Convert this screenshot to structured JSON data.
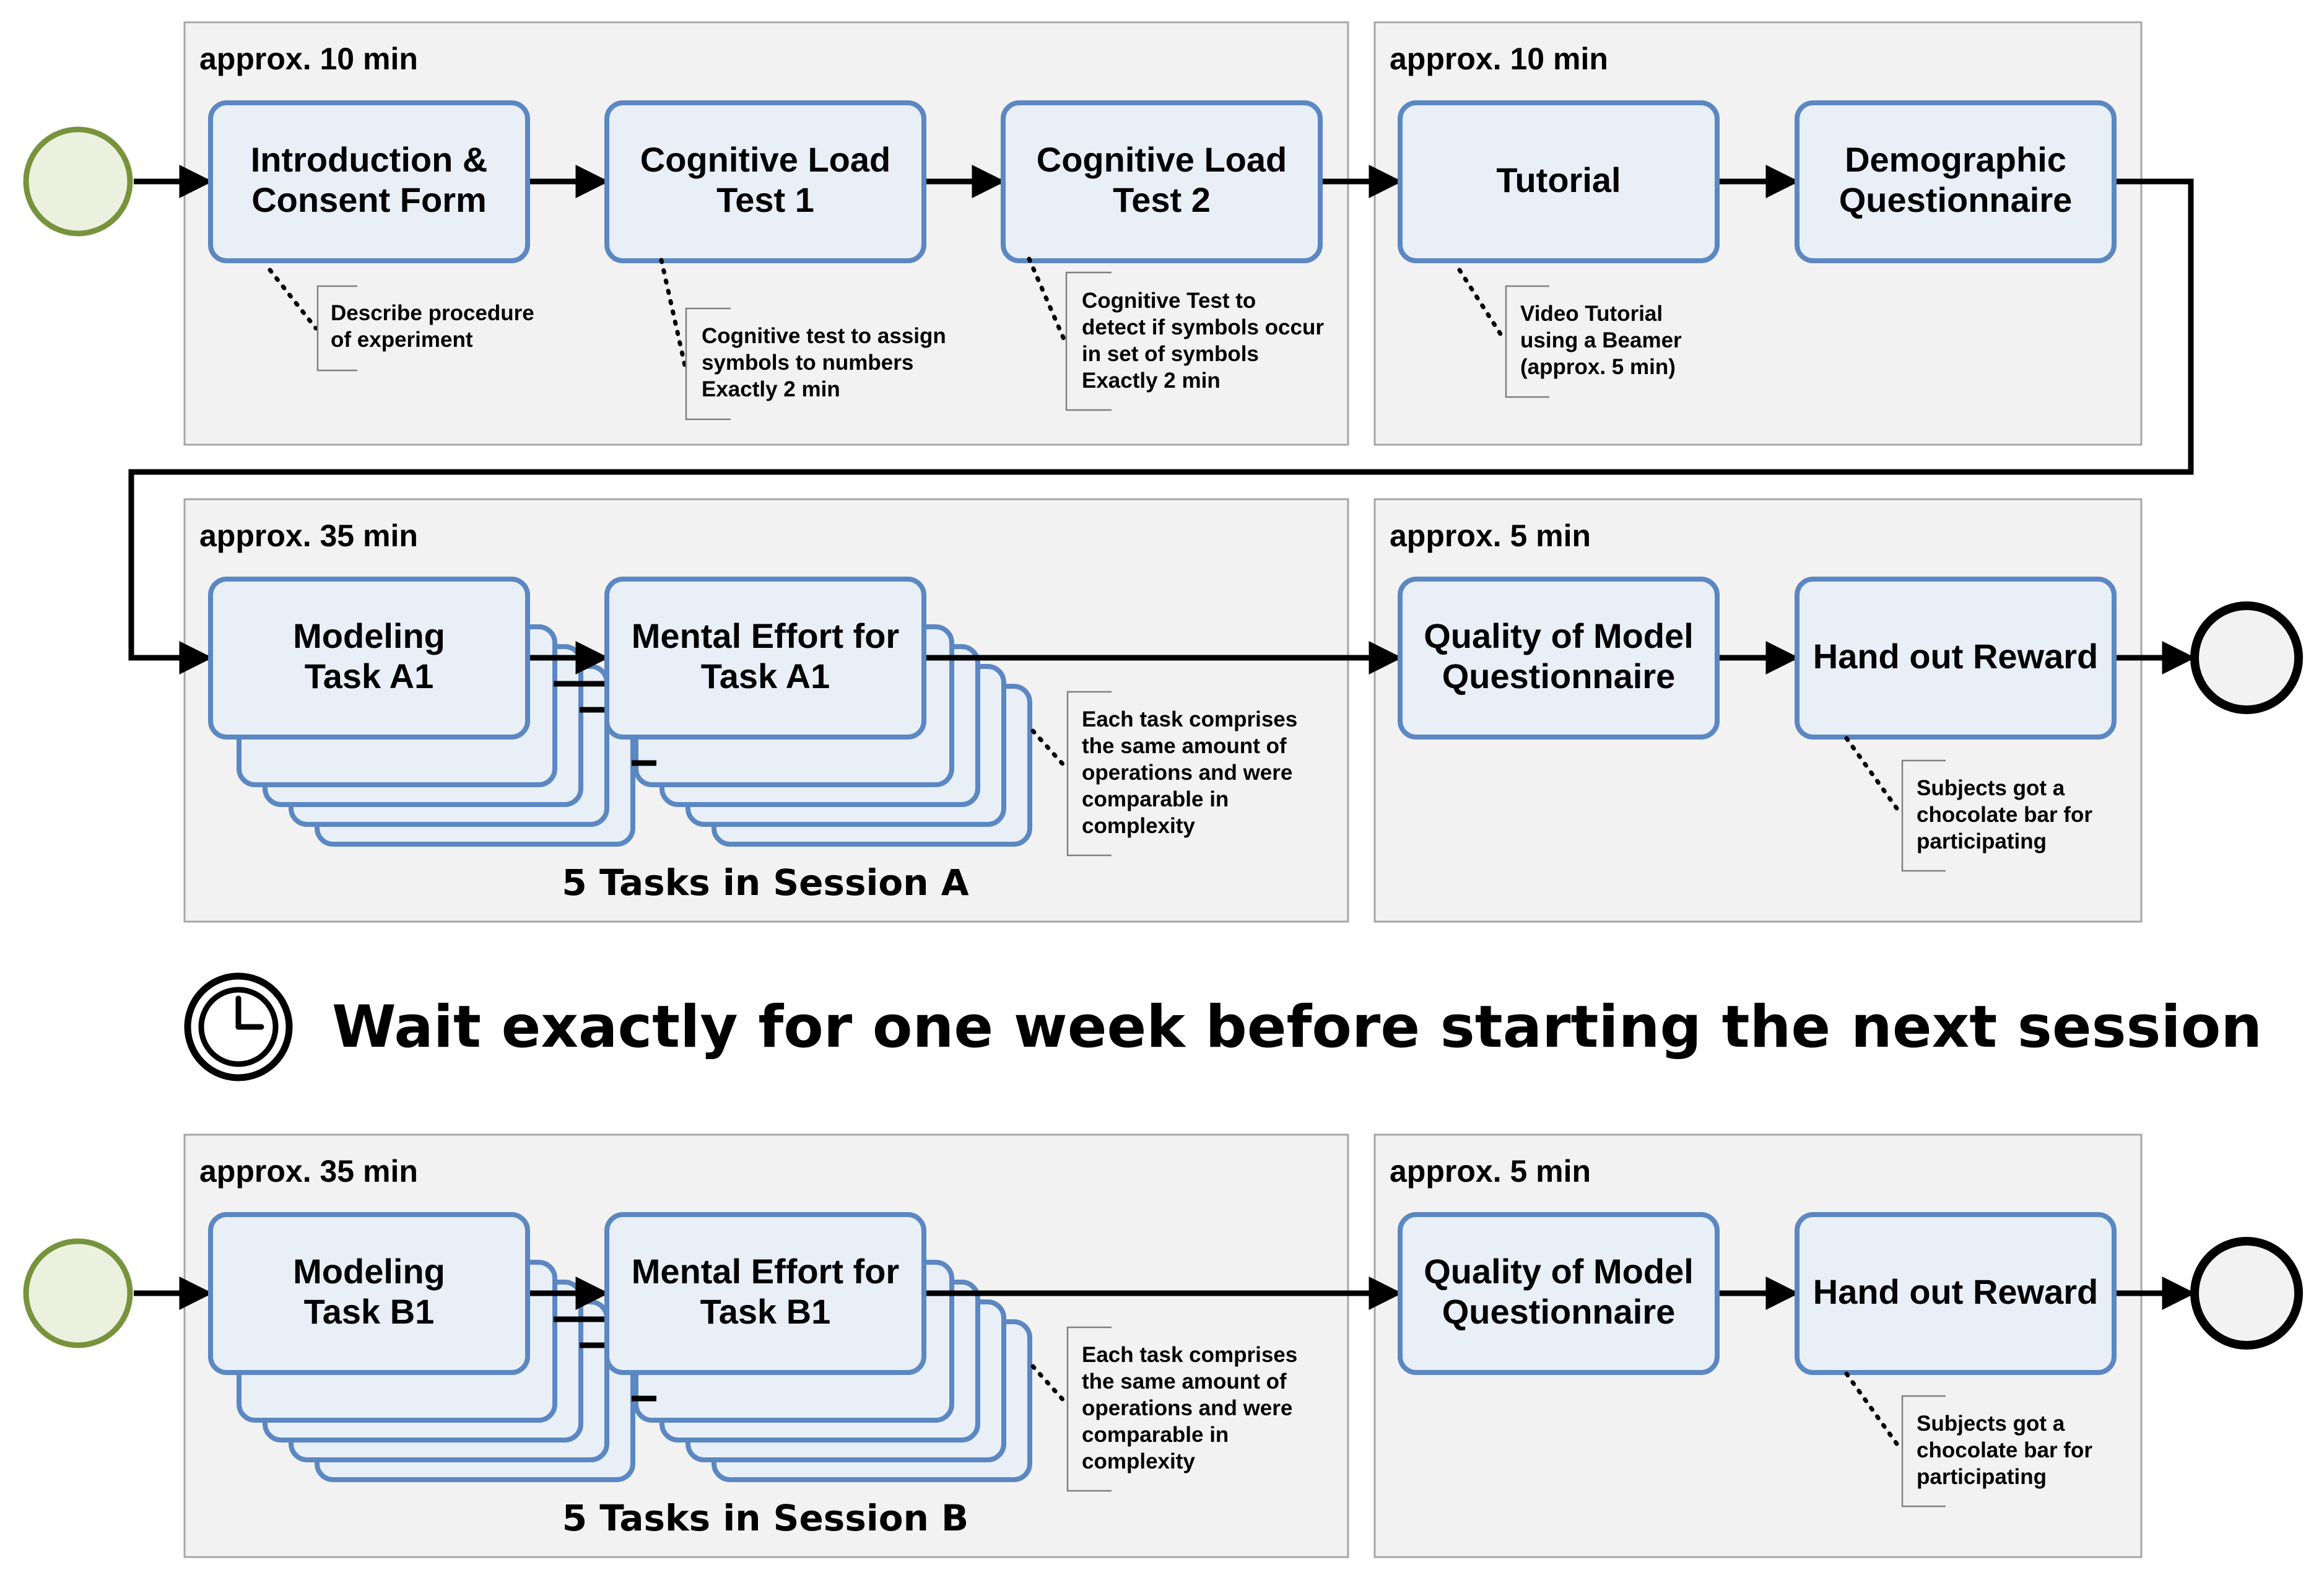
{
  "lanes": {
    "setup_1": "approx. 10 min",
    "setup_2": "approx. 10 min",
    "session_a_tasks": "approx. 35 min",
    "session_a_final": "approx. 5 min",
    "session_b_tasks": "approx. 35 min",
    "session_b_final": "approx. 5 min"
  },
  "tasks": {
    "intro": [
      "Introduction &",
      "Consent Form"
    ],
    "cog1": [
      "Cognitive Load",
      "Test 1"
    ],
    "cog2": [
      "Cognitive Load",
      "Test 2"
    ],
    "tutorial": [
      "Tutorial"
    ],
    "demographic": [
      "Demographic",
      "Questionnaire"
    ],
    "modeling_a": [
      "Modeling",
      "Task A1"
    ],
    "mental_a": [
      "Mental Effort for",
      "Task A1"
    ],
    "quality_a": [
      "Quality of Model",
      "Questionnaire"
    ],
    "reward_a": [
      "Hand out Reward"
    ],
    "modeling_b": [
      "Modeling",
      "Task B1"
    ],
    "mental_b": [
      "Mental Effort for",
      "Task B1"
    ],
    "quality_b": [
      "Quality of Model",
      "Questionnaire"
    ],
    "reward_b": [
      "Hand out Reward"
    ]
  },
  "annotations": {
    "intro": [
      "Describe procedure",
      "of experiment"
    ],
    "cog1": [
      "Cognitive test to assign",
      "symbols to numbers",
      "Exactly 2 min"
    ],
    "cog2": [
      "Cognitive Test to",
      "detect if symbols occur",
      "in set of symbols",
      "Exactly 2 min"
    ],
    "tutorial": [
      "Video Tutorial",
      "using a Beamer",
      "(approx. 5 min)"
    ],
    "tasks_a": [
      "Each task comprises",
      "the same amount of",
      "operations and were",
      "comparable in",
      "complexity"
    ],
    "reward_a": [
      "Subjects got a",
      "chocolate bar for",
      "participating"
    ],
    "tasks_b": [
      "Each task comprises",
      "the same amount of",
      "operations and were",
      "comparable in",
      "complexity"
    ],
    "reward_b": [
      "Subjects got a",
      "chocolate bar for",
      "participating"
    ]
  },
  "session_labels": {
    "a": "5 Tasks in Session A",
    "b": "5 Tasks in Session B"
  },
  "wait_message": "Wait exactly for one week before starting the next session",
  "colors": {
    "lane_fill": "#f2f2f2",
    "task_fill": "#e9eff7",
    "task_border": "#5b87c2",
    "start_event_fill": "#ebf1de",
    "start_event_border": "#77933c",
    "end_event_border": "#000000"
  }
}
